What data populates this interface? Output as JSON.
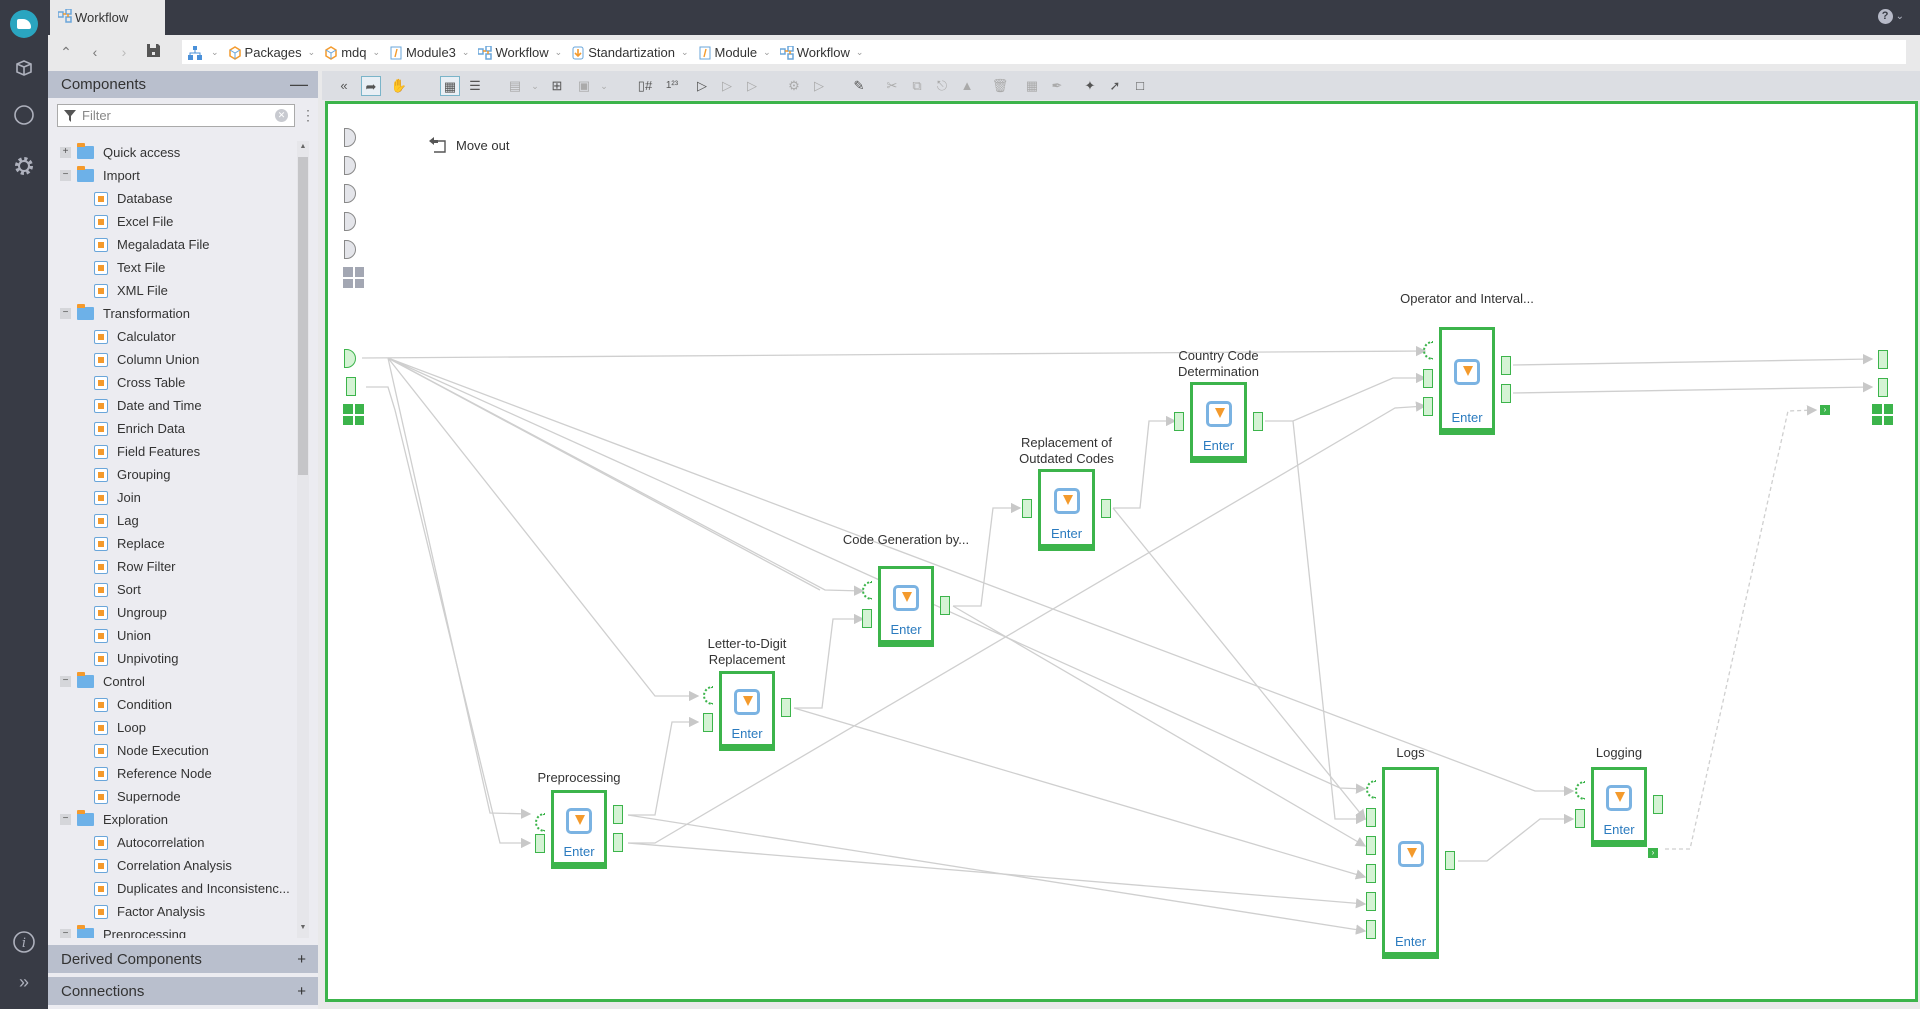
{
  "app": {
    "tab_title": "Workflow",
    "help_icon": "help-icon"
  },
  "breadcrumbs": [
    {
      "label": "",
      "icon": "hierarchy-icon"
    },
    {
      "label": "Packages",
      "icon": "package-icon"
    },
    {
      "label": "mdq",
      "icon": "package-icon"
    },
    {
      "label": "Module3",
      "icon": "module-icon"
    },
    {
      "label": "Workflow",
      "icon": "workflow-icon"
    },
    {
      "label": "Standartization",
      "icon": "supernode-icon"
    },
    {
      "label": "Module",
      "icon": "module-icon"
    },
    {
      "label": "Workflow",
      "icon": "workflow-icon"
    }
  ],
  "components": {
    "title": "Components",
    "filter_placeholder": "Filter",
    "tree": [
      {
        "type": "folder",
        "label": "Quick access",
        "expanded": false
      },
      {
        "type": "folder",
        "label": "Import",
        "expanded": true
      },
      {
        "type": "leaf",
        "label": "Database"
      },
      {
        "type": "leaf",
        "label": "Excel File"
      },
      {
        "type": "leaf",
        "label": "Megaladata File"
      },
      {
        "type": "leaf",
        "label": "Text File"
      },
      {
        "type": "leaf",
        "label": "XML File"
      },
      {
        "type": "folder",
        "label": "Transformation",
        "expanded": true
      },
      {
        "type": "leaf",
        "label": "Calculator"
      },
      {
        "type": "leaf",
        "label": "Column Union"
      },
      {
        "type": "leaf",
        "label": "Cross Table"
      },
      {
        "type": "leaf",
        "label": "Date and Time"
      },
      {
        "type": "leaf",
        "label": "Enrich Data"
      },
      {
        "type": "leaf",
        "label": "Field Features"
      },
      {
        "type": "leaf",
        "label": "Grouping"
      },
      {
        "type": "leaf",
        "label": "Join"
      },
      {
        "type": "leaf",
        "label": "Lag"
      },
      {
        "type": "leaf",
        "label": "Replace"
      },
      {
        "type": "leaf",
        "label": "Row Filter"
      },
      {
        "type": "leaf",
        "label": "Sort"
      },
      {
        "type": "leaf",
        "label": "Ungroup"
      },
      {
        "type": "leaf",
        "label": "Union"
      },
      {
        "type": "leaf",
        "label": "Unpivoting"
      },
      {
        "type": "folder",
        "label": "Control",
        "expanded": true
      },
      {
        "type": "leaf",
        "label": "Condition"
      },
      {
        "type": "leaf",
        "label": "Loop"
      },
      {
        "type": "leaf",
        "label": "Node Execution"
      },
      {
        "type": "leaf",
        "label": "Reference Node"
      },
      {
        "type": "leaf",
        "label": "Supernode"
      },
      {
        "type": "folder",
        "label": "Exploration",
        "expanded": true
      },
      {
        "type": "leaf",
        "label": "Autocorrelation"
      },
      {
        "type": "leaf",
        "label": "Correlation Analysis"
      },
      {
        "type": "leaf",
        "label": "Duplicates and Inconsistenc..."
      },
      {
        "type": "leaf",
        "label": "Factor Analysis"
      },
      {
        "type": "folder",
        "label": "Preprocessing",
        "expanded": true
      }
    ]
  },
  "sections": {
    "derived": "Derived Components",
    "connections": "Connections"
  },
  "canvas": {
    "move_out": "Move out",
    "nodes": [
      {
        "id": "pre",
        "label": "Preprocessing",
        "action": "Enter"
      },
      {
        "id": "ltd",
        "label": "Letter-to-Digit Replacement",
        "action": "Enter"
      },
      {
        "id": "cgb",
        "label": "Code Generation by...",
        "action": "Enter"
      },
      {
        "id": "roc",
        "label": "Replacement of Outdated Codes",
        "action": "Enter"
      },
      {
        "id": "ccd",
        "label": "Country Code Determination",
        "action": "Enter"
      },
      {
        "id": "oai",
        "label": "Operator and Interval...",
        "action": "Enter"
      },
      {
        "id": "logs",
        "label": "Logs",
        "action": "Enter"
      },
      {
        "id": "logging",
        "label": "Logging",
        "action": "Enter"
      }
    ]
  },
  "colors": {
    "accent_green": "#3cb44b",
    "rail_bg": "#383b45",
    "link_blue": "#2b7bbf",
    "orange": "#f49a2c"
  }
}
